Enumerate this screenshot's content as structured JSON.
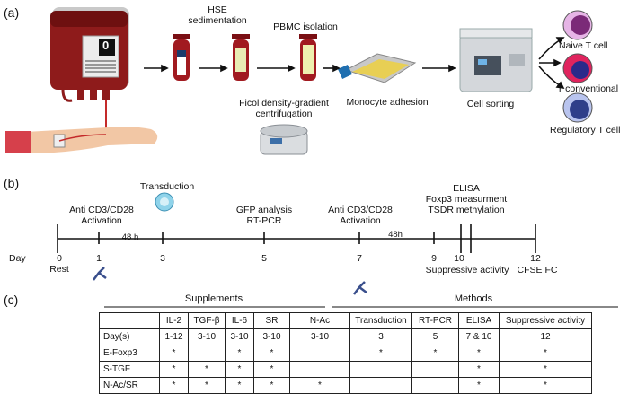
{
  "panel_a": {
    "label": "(a)",
    "bag_number": "0",
    "steps": {
      "hse": [
        "HSE",
        "sedimentation"
      ],
      "pbmc": "PBMC isolation",
      "ficol": [
        "Ficol density-gradient",
        "centrifugation"
      ],
      "monocyte": "Monocyte adhesion",
      "sorting": "Cell sorting"
    },
    "cells": {
      "naive": "Naive T cell",
      "conventional": "T conventional",
      "regulatory": "Regulatory T cell"
    },
    "colors": {
      "blood": "#8e1b1b",
      "naive": "#7b2a78",
      "conventional": "#e0245e",
      "regulatory": "#6f7fc8"
    }
  },
  "panel_b": {
    "label": "(b)",
    "day_label": "Day",
    "above": {
      "activation1": [
        "Anti CD3/CD28",
        "Activation"
      ],
      "transduction": "Transduction",
      "gfp": [
        "GFP analysis",
        "RT-PCR"
      ],
      "activation2": [
        "Anti CD3/CD28",
        "Activation"
      ],
      "elisa": [
        "ELISA",
        "Foxp3 measurment",
        "TSDR methylation"
      ]
    },
    "intervals": [
      "48 h",
      "48h"
    ],
    "days": {
      "d0": [
        "0",
        "Rest"
      ],
      "d1": "1",
      "d3": "3",
      "d5": "5",
      "d7": "7",
      "d9": "9",
      "d10": "10",
      "d12": "12",
      "suppressive": "Suppressive activity",
      "cfse": "CFSE FC"
    }
  },
  "panel_c": {
    "label": "(c)",
    "group_supplements": "Supplements",
    "group_methods": "Methods",
    "columns": [
      "",
      "IL-2",
      "TGF-β",
      "IL-6",
      "SR",
      "N-Ac",
      "Transduction",
      "RT-PCR",
      "ELISA",
      "Suppressive activity"
    ],
    "rows": [
      [
        "Day(s)",
        "1-12",
        "3-10",
        "3-10",
        "3-10",
        "3-10",
        "3",
        "5",
        "7 & 10",
        "12"
      ],
      [
        "E-Foxp3",
        "*",
        "",
        "*",
        "*",
        "",
        "*",
        "*",
        "*",
        "*"
      ],
      [
        "S-TGF",
        "*",
        "*",
        "*",
        "*",
        "",
        "",
        "",
        "*",
        "*"
      ],
      [
        "N-Ac/SR",
        "*",
        "*",
        "*",
        "*",
        "*",
        "",
        "",
        "*",
        "*"
      ]
    ]
  }
}
